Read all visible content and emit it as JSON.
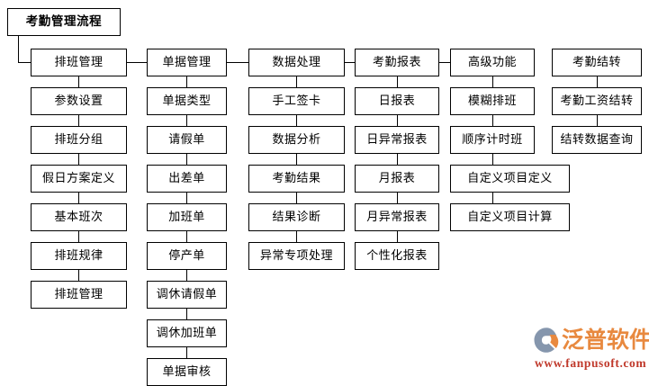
{
  "diagram": {
    "type": "org-chart",
    "title": "考勤管理流程",
    "background_color": "#ffffff",
    "box_border_color": "#000000",
    "text_color": "#000000",
    "columns": [
      {
        "id": "col-1",
        "head": "排班管理",
        "items": [
          "排班管理",
          "参数设置",
          "排班分组",
          "假日方案定义",
          "基本班次",
          "排班规律",
          "排班管理"
        ]
      },
      {
        "id": "col-2",
        "head": "单据管理",
        "items": [
          "单据管理",
          "单据类型",
          "请假单",
          "出差单",
          "加班单",
          "停产单",
          "调休请假单",
          "调休加班单",
          "单据审核"
        ]
      },
      {
        "id": "col-3",
        "head": "数据处理",
        "items": [
          "数据处理",
          "手工签卡",
          "数据分析",
          "考勤结果",
          "结果诊断",
          "异常专项处理"
        ]
      },
      {
        "id": "col-4",
        "head": "考勤报表",
        "items": [
          "考勤报表",
          "日报表",
          "日异常报表",
          "月报表",
          "月异常报表",
          "个性化报表"
        ]
      },
      {
        "id": "col-5",
        "head": "高级功能",
        "items": [
          "高级功能",
          "模糊排班",
          "顺序计时班",
          "自定义项目定义",
          "自定义项目计算"
        ]
      },
      {
        "id": "col-6",
        "head": "考勤结转",
        "items": [
          "考勤结转",
          "考勤工资结转",
          "结转数据查询"
        ]
      }
    ]
  },
  "logo": {
    "name": "泛普软件",
    "url": "www.fanpusoft.com",
    "mark_icon": "swoosh-circle-icon",
    "name_color": "#e8893f",
    "url_color": "#c0392b",
    "mark_color": "#8596ad"
  }
}
